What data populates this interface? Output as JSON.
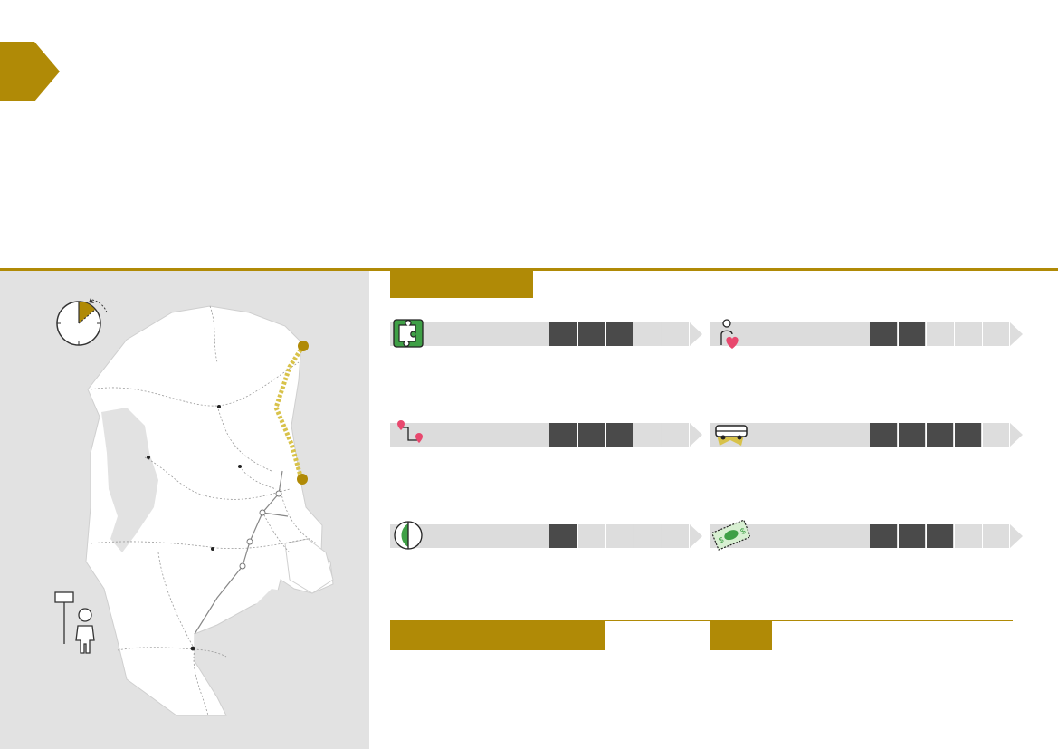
{
  "colors": {
    "accent": "#b08a06",
    "map_bg": "#e2e2e2",
    "bar_bg": "#dcdcdc",
    "segment_filled": "#4a4a4a",
    "segment_empty": "#dddddd",
    "route": "#d8c24a",
    "pin": "#e8486e",
    "green": "#3fa046"
  },
  "icons": {
    "header": "chevron-right-icon",
    "clock": "clock-icon",
    "person_sign": "person-sign-icon"
  },
  "criteria": [
    {
      "icon": "puzzle-icon",
      "label": "",
      "level": 3,
      "max": 5
    },
    {
      "icon": "person-heart-icon",
      "label": "",
      "level": 2,
      "max": 5
    },
    {
      "icon": "route-pins-icon",
      "label": "",
      "level": 3,
      "max": 5
    },
    {
      "icon": "bus-icon",
      "label": "",
      "level": 4,
      "max": 5
    },
    {
      "icon": "leaf-shield-icon",
      "label": "",
      "level": 1,
      "max": 5
    },
    {
      "icon": "money-leaf-icon",
      "label": "",
      "level": 3,
      "max": 5
    }
  ],
  "sections": {
    "top_tab": "",
    "bottom_left_tab": "",
    "bottom_right_tab": ""
  }
}
